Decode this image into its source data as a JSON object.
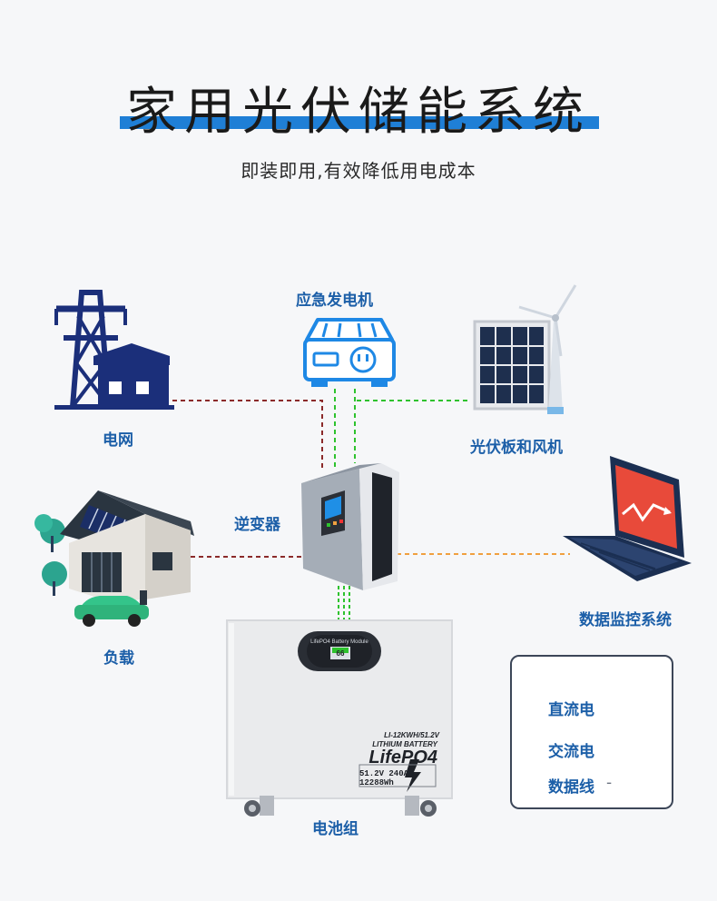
{
  "header": {
    "title": "家用光伏储能系统",
    "subtitle": "即装即用,有效降低用电成本"
  },
  "nodes": {
    "generator": "应急发电机",
    "grid": "电网",
    "pv_wind": "光伏板和风机",
    "inverter": "逆变器",
    "load": "负载",
    "monitoring": "数据监控系统",
    "battery": "电池组"
  },
  "battery_labels": {
    "module": "LifePO4 Battery Module",
    "display_value": "66",
    "model": "LI-12KWH/51.2V",
    "type": "LITHIUM BATTERY",
    "brand": "LifePO4",
    "spec1": "51.2V 240Ah",
    "spec2": "12288Wh"
  },
  "legend": {
    "items": [
      {
        "label": "直流电",
        "color": "#2ec22e",
        "style": "dashed"
      },
      {
        "label": "交流电",
        "color": "#8b2a2a",
        "style": "dashed"
      },
      {
        "label": "数据线",
        "color": "#f0a040",
        "style": "dashed"
      }
    ],
    "trailing": "-"
  },
  "colors": {
    "accent": "#1f7fd6",
    "label": "#1c5fa8",
    "navy": "#1b2f7a",
    "dc": "#2ec22e",
    "ac": "#8b2a2a",
    "data": "#f0a040"
  }
}
